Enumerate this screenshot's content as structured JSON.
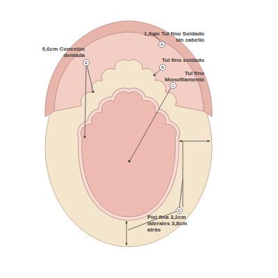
{
  "diagram": {
    "labels": [
      "1,9cm Tul fino Soldado sin cabello",
      "A",
      "Tul fino soldado",
      "B",
      "Tul fino Monofilamento",
      "C",
      "0,6cm Conexión dentada",
      "E",
      "Piel fina 3,2cm laterales 3,8cm atrás",
      "D"
    ]
  }
}
